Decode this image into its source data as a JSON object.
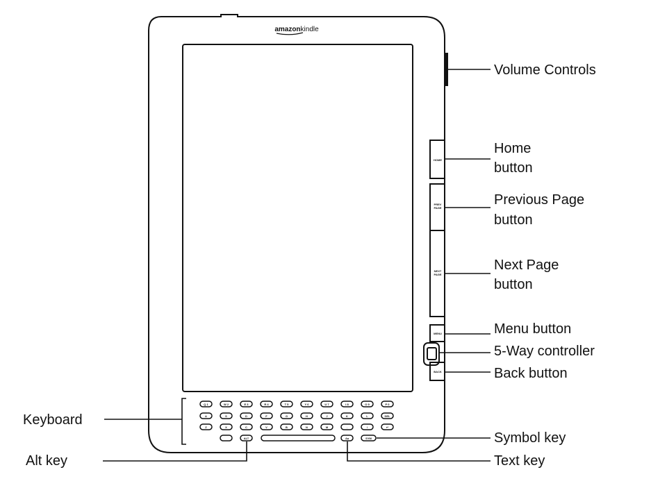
{
  "device": {
    "brand_bold": "amazon",
    "brand_light": "kindle",
    "button_faces": {
      "home": "HOME",
      "prev_line1": "PREV",
      "prev_line2": "PAGE",
      "next_line1": "NEXT",
      "next_line2": "PAGE",
      "menu": "MENU",
      "back": "BACK"
    },
    "keyboard": {
      "row1": [
        "Q 1",
        "W 2",
        "E 3",
        "R 4",
        "T 5",
        "Y 6",
        "U 7",
        "I 8",
        "O 9",
        "P 0"
      ],
      "row2": [
        "A",
        "S",
        "D",
        "F",
        "G",
        "H",
        "J",
        "K",
        "L",
        "DEL"
      ],
      "row3": [
        "Z",
        "X",
        "C",
        "V",
        "B",
        "N",
        "M",
        ".",
        "/",
        "↵"
      ],
      "alt_key": "ALT",
      "text_key": "Aa",
      "sym_key": "SYM"
    }
  },
  "labels": {
    "volume": "Volume Controls",
    "home_1": "Home",
    "home_2": "button",
    "prev_1": "Previous Page",
    "prev_2": "button",
    "next_1": "Next Page",
    "next_2": "button",
    "menu": "Menu button",
    "fiveway": "5-Way controller",
    "back": "Back button",
    "keyboard": "Keyboard",
    "alt": "Alt key",
    "symbol": "Symbol key",
    "text": "Text key"
  },
  "colors": {
    "line": "#111111",
    "background": "#ffffff"
  }
}
